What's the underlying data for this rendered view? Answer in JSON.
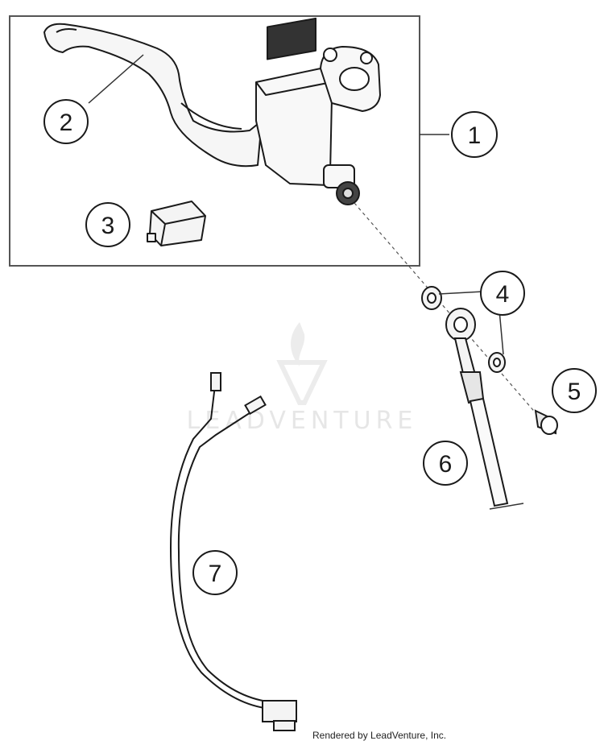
{
  "callouts": [
    {
      "id": "1",
      "label": "1"
    },
    {
      "id": "2",
      "label": "2"
    },
    {
      "id": "3",
      "label": "3"
    },
    {
      "id": "4",
      "label": "4"
    },
    {
      "id": "5",
      "label": "5"
    },
    {
      "id": "6",
      "label": "6"
    },
    {
      "id": "7",
      "label": "7"
    }
  ],
  "watermark": "LEADVENTURE",
  "footer": "Rendered by LeadVenture, Inc.",
  "colors": {
    "line": "#1a1a1a",
    "part_fill": "#f4f4f4",
    "watermark": "#e6e6e6"
  }
}
